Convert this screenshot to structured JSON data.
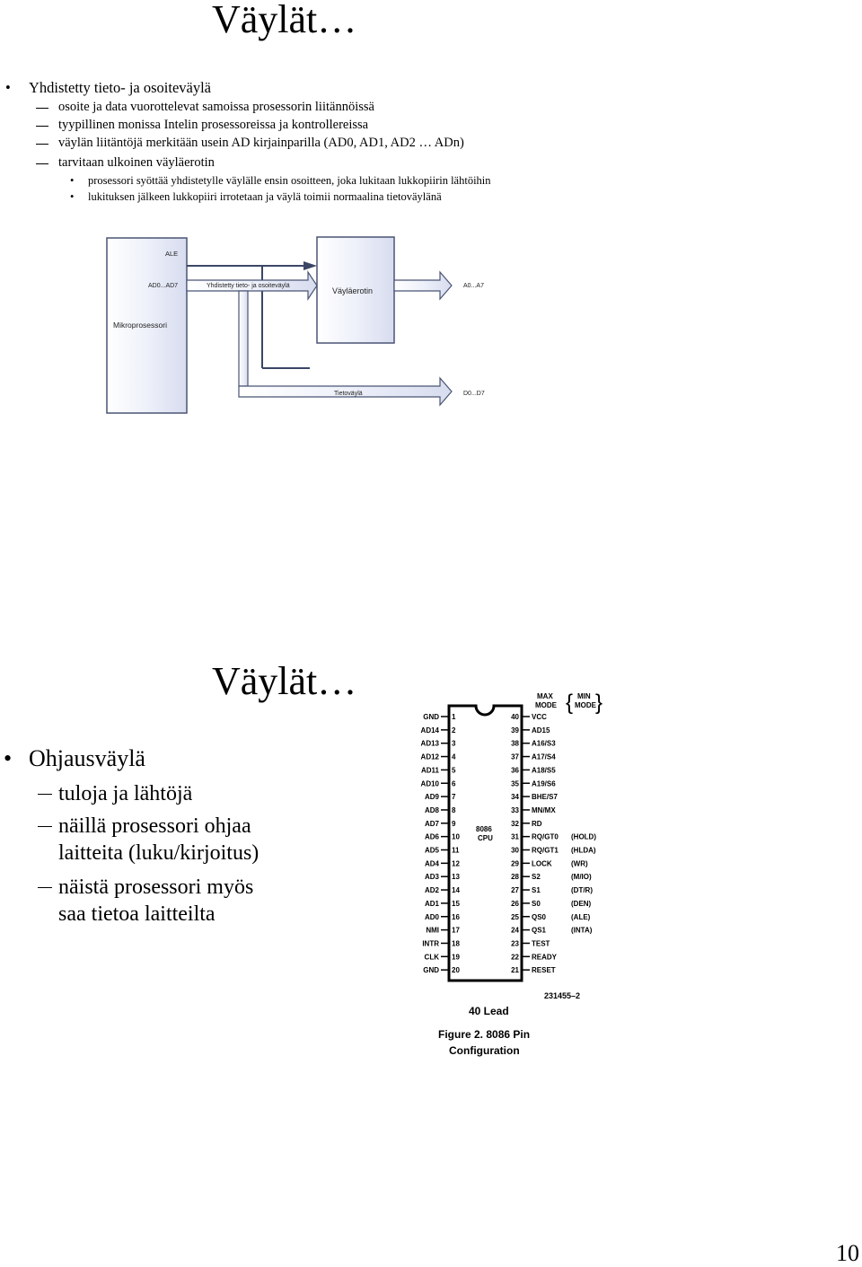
{
  "slide1": {
    "title": "Väylät…",
    "bullets": [
      "Yhdistetty tieto- ja osoiteväylä",
      "osoite ja data vuorottelevat samoissa prosessorin liitännöissä",
      "tyypillinen monissa Intelin prosessoreissa ja kontrollereissa",
      "väylän liitäntöjä merkitään usein AD kirjainparilla (AD0, AD1, AD2 … ADn)",
      "tarvitaan ulkoinen väyläerotin",
      "prosessori syöttää yhdistetylle väylälle ensin osoitteen, joka lukitaan lukkopiirin lähtöihin",
      "lukituksen jälkeen lukkopiiri irrotetaan ja väylä toimii normaalina tietoväylänä"
    ],
    "diagram": {
      "cpu_label": "Mikroprosessori",
      "ale_label": "ALE",
      "ad_label": "AD0...AD7",
      "bus_label": "Yhdistetty tieto- ja osoiteväylä",
      "latch_label": "Väyläerotin",
      "addr_out_label": "A0...A7",
      "data_bus_label": "Tietoväylä",
      "data_out_label": "D0...D7"
    }
  },
  "slide2": {
    "title": "Väylät…",
    "bullets": [
      "Ohjausväylä",
      "tuloja ja lähtöjä",
      "näillä prosessori ohjaa",
      "laitteita (luku/kirjoitus)",
      "näistä prosessori myös",
      "saa tietoa laitteilta"
    ],
    "pin_figure": {
      "max_mode": [
        "MAX",
        "MODE"
      ],
      "min_mode": [
        "MIN",
        "MODE"
      ],
      "chip_label": [
        "8086",
        "CPU"
      ],
      "left_pins": [
        "GND",
        "AD14",
        "AD13",
        "AD12",
        "AD11",
        "AD10",
        "AD9",
        "AD8",
        "AD7",
        "AD6",
        "AD5",
        "AD4",
        "AD3",
        "AD2",
        "AD1",
        "AD0",
        "NMI",
        "INTR",
        "CLK",
        "GND"
      ],
      "left_nums": [
        "1",
        "2",
        "3",
        "4",
        "5",
        "6",
        "7",
        "8",
        "9",
        "10",
        "11",
        "12",
        "13",
        "14",
        "15",
        "16",
        "17",
        "18",
        "19",
        "20"
      ],
      "right_nums": [
        "40",
        "39",
        "38",
        "37",
        "36",
        "35",
        "34",
        "33",
        "32",
        "31",
        "30",
        "29",
        "28",
        "27",
        "26",
        "25",
        "24",
        "23",
        "22",
        "21"
      ],
      "right_pins": [
        "VCC",
        "AD15",
        "A16/S3",
        "A17/S4",
        "A18/S5",
        "A19/S6",
        "BHE/S7",
        "MN/MX",
        "RD",
        "RQ/GT0",
        "RQ/GT1",
        "LOCK",
        "S2",
        "S1",
        "S0",
        "QS0",
        "QS1",
        "TEST",
        "READY",
        "RESET"
      ],
      "min_pins": [
        "(HOLD)",
        "(HLDA)",
        "(WR)",
        "(M/IO)",
        "(DT/R)",
        "(DEN)",
        "(ALE)",
        "(INTA)"
      ],
      "lead_label": "40 Lead",
      "part_number": "231455–2",
      "caption_1": "Figure 2. 8086 Pin",
      "caption_2": "Configuration"
    }
  },
  "page_number": "10"
}
